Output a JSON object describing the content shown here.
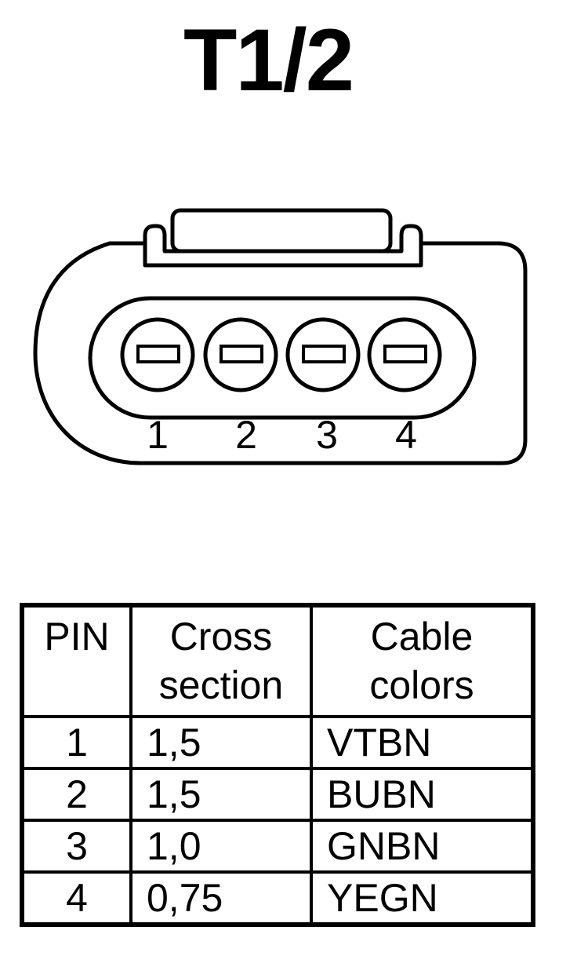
{
  "title": "T1/2",
  "connector": {
    "pin_numbers": [
      "1",
      "2",
      "3",
      "4"
    ]
  },
  "table": {
    "headers": {
      "pin": "PIN",
      "cross_section": [
        "Cross",
        "section"
      ],
      "cable_colors": [
        "Cable",
        "colors"
      ]
    },
    "rows": [
      {
        "pin": "1",
        "cross_section": "1,5",
        "color": "VTBN"
      },
      {
        "pin": "2",
        "cross_section": "1,5",
        "color": "BUBN"
      },
      {
        "pin": "3",
        "cross_section": "1,0",
        "color": "GNBN"
      },
      {
        "pin": "4",
        "cross_section": "0,75",
        "color": "YEGN"
      }
    ]
  }
}
